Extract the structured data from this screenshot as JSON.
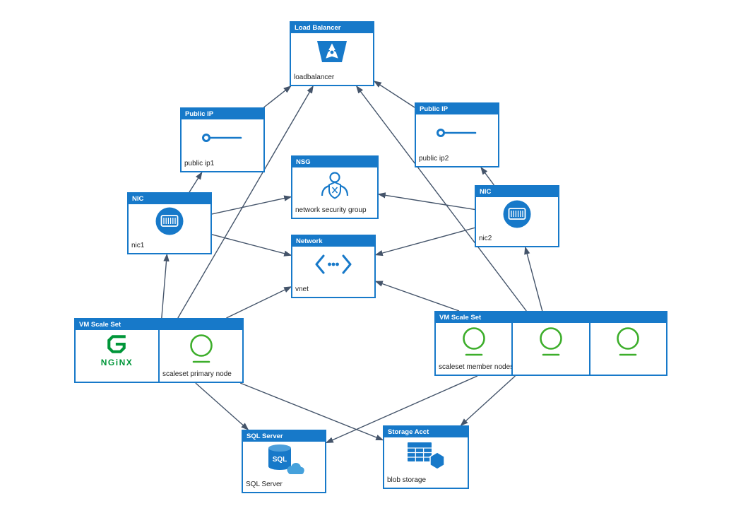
{
  "colors": {
    "accent": "#1779C9",
    "edge": "#44546A",
    "vm_green": "#3DAE2B",
    "nginx_green": "#009639"
  },
  "nodes": [
    {
      "id": "loadbalancer",
      "header": "Load Balancer",
      "label": "loadbalancer",
      "icon": "load-balancer-icon"
    },
    {
      "id": "publicip1",
      "header": "Public IP",
      "label": "public ip1",
      "icon": "public-ip-icon"
    },
    {
      "id": "publicip2",
      "header": "Public IP",
      "label": "public ip2",
      "icon": "public-ip-icon"
    },
    {
      "id": "nsg",
      "header": "NSG",
      "label": "network security group",
      "icon": "network-security-group-icon"
    },
    {
      "id": "nic1",
      "header": "NIC",
      "label": "nic1",
      "icon": "network-interface-icon"
    },
    {
      "id": "nic2",
      "header": "NIC",
      "label": "nic2",
      "icon": "network-interface-icon"
    },
    {
      "id": "vnet",
      "header": "Network",
      "label": "vnet",
      "icon": "virtual-network-icon"
    },
    {
      "id": "vmss1",
      "header": "VM Scale Set",
      "cells": [
        {
          "type": "nginx",
          "logo_text": "NGiNX",
          "label": ""
        },
        {
          "type": "vm",
          "label": "scaleset primary node"
        }
      ]
    },
    {
      "id": "vmss2",
      "header": "VM Scale Set",
      "cells": [
        {
          "type": "vm",
          "label": "scaleset member nodes"
        },
        {
          "type": "vm",
          "label": ""
        },
        {
          "type": "vm",
          "label": ""
        }
      ]
    },
    {
      "id": "sqlserver",
      "header": "SQL Server",
      "label": "SQL Server",
      "icon": "sql-database-icon",
      "icon_text": "SQL"
    },
    {
      "id": "storage",
      "header": "Storage Acct",
      "label": "blob storage",
      "icon": "blob-storage-icon"
    }
  ],
  "edges": [
    {
      "from": "publicip1",
      "to": "loadbalancer"
    },
    {
      "from": "publicip2",
      "to": "loadbalancer"
    },
    {
      "from": "nic1",
      "to": "publicip1"
    },
    {
      "from": "nic2",
      "to": "publicip2"
    },
    {
      "from": "nic1",
      "to": "nsg"
    },
    {
      "from": "nic2",
      "to": "nsg"
    },
    {
      "from": "nic1",
      "to": "vnet"
    },
    {
      "from": "nic2",
      "to": "vnet"
    },
    {
      "from": "vmss1",
      "to": "nic1"
    },
    {
      "from": "vmss2",
      "to": "nic2"
    },
    {
      "from": "vmss1",
      "to": "vnet"
    },
    {
      "from": "vmss2",
      "to": "vnet"
    },
    {
      "from": "vmss1",
      "to": "loadbalancer"
    },
    {
      "from": "vmss2",
      "to": "loadbalancer"
    },
    {
      "from": "vmss1",
      "to": "sqlserver"
    },
    {
      "from": "vmss2",
      "to": "sqlserver"
    },
    {
      "from": "vmss1",
      "to": "storage"
    },
    {
      "from": "vmss2",
      "to": "storage"
    }
  ]
}
